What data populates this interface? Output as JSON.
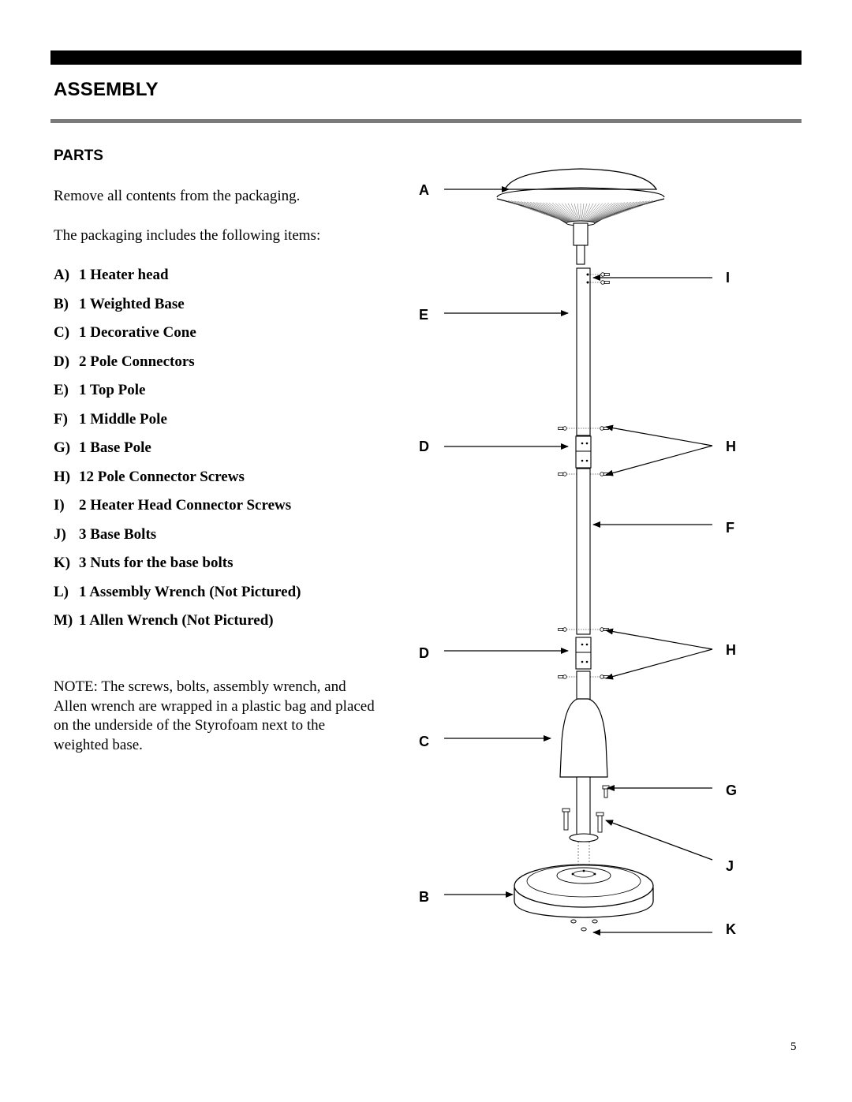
{
  "page": {
    "title": "ASSEMBLY",
    "section_heading": "PARTS",
    "intro_lines": [
      "Remove all contents from the packaging.",
      "The packaging includes the following items:"
    ],
    "parts": [
      {
        "key": "A)",
        "text": "1 Heater head"
      },
      {
        "key": "B)",
        "text": "1 Weighted Base"
      },
      {
        "key": "C)",
        "text": "1 Decorative Cone"
      },
      {
        "key": "D)",
        "text": "2 Pole Connectors"
      },
      {
        "key": "E)",
        "text": "1 Top Pole"
      },
      {
        "key": "F)",
        "text": "1 Middle Pole"
      },
      {
        "key": "G)",
        "text": "1 Base Pole"
      },
      {
        "key": "H)",
        "text": "12 Pole Connector Screws"
      },
      {
        "key": "I)",
        "text": "2 Heater Head Connector Screws"
      },
      {
        "key": "J)",
        "text": "3 Base Bolts"
      },
      {
        "key": "K)",
        "text": "3 Nuts for the base bolts"
      },
      {
        "key": "L)",
        "text": "1 Assembly Wrench (Not Pictured)"
      },
      {
        "key": "M)",
        "text": "1 Allen Wrench (Not Pictured)"
      }
    ],
    "note": "NOTE: The screws, bolts, assembly wrench, and Allen wrench are wrapped in a plastic bag and placed on the underside of the Styrofoam next to the weighted base.",
    "page_number": "5"
  },
  "diagram": {
    "labels": {
      "A": "A",
      "E": "E",
      "D1": "D",
      "D2": "D",
      "C": "C",
      "B": "B",
      "I": "I",
      "H1": "H",
      "F": "F",
      "H2": "H",
      "G": "G",
      "J": "J",
      "K": "K"
    },
    "colors": {
      "line": "#000000",
      "hatch": "#666666",
      "fill": "#ffffff"
    }
  }
}
